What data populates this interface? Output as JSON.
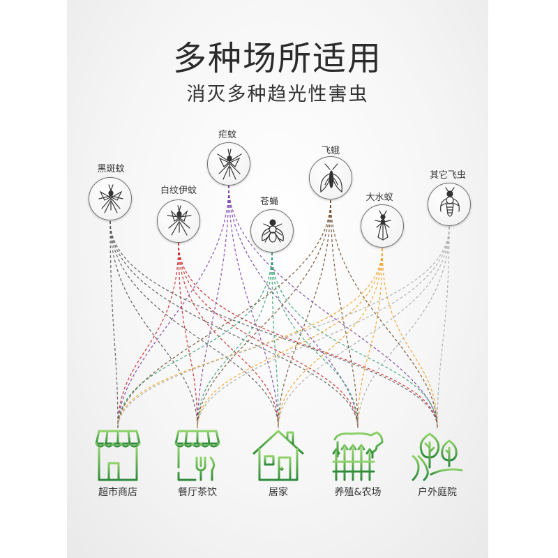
{
  "title": "多种场所适用",
  "subtitle": "消灭多种趋光性害虫",
  "insects": [
    {
      "label": "黑斑蚊",
      "icon": "mosquito-icon",
      "color": "#555555"
    },
    {
      "label": "白纹伊蚊",
      "icon": "mosquito-icon",
      "color": "#cc2222"
    },
    {
      "label": "疟蚊",
      "icon": "mosquito-icon",
      "color": "#7a3ea6"
    },
    {
      "label": "苍蝇",
      "icon": "fly-icon",
      "color": "#2f9e6e"
    },
    {
      "label": "飞蛾",
      "icon": "moth-icon",
      "color": "#6b4a2a"
    },
    {
      "label": "大水蚁",
      "icon": "winged-ant-icon",
      "color": "#f0a020"
    },
    {
      "label": "其它飞虫",
      "icon": "wasp-icon",
      "color": "#aaaaaa"
    }
  ],
  "places": [
    {
      "label": "超市商店",
      "icon": "store-icon"
    },
    {
      "label": "餐厅茶饮",
      "icon": "restaurant-icon"
    },
    {
      "label": "居家",
      "icon": "house-icon"
    },
    {
      "label": "养殖&农场",
      "icon": "farm-icon"
    },
    {
      "label": "户外庭院",
      "icon": "garden-icon"
    }
  ],
  "colors": {
    "icon_green_light": "#8fd36a",
    "icon_green_dark": "#2e8a3a"
  }
}
